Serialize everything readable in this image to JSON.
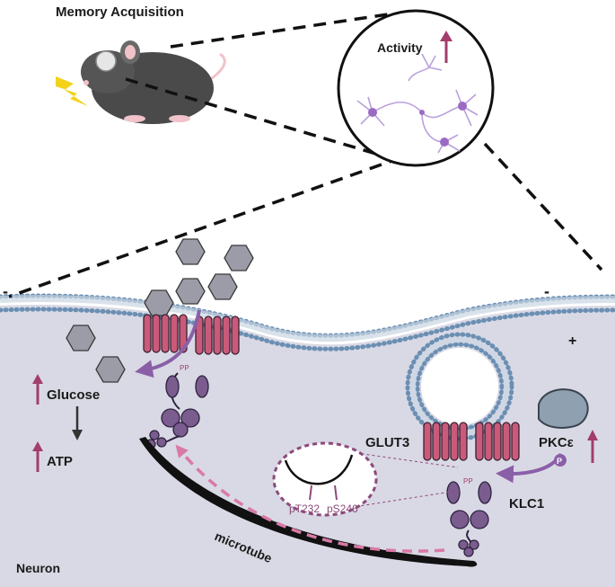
{
  "title": "Memory Acquisition",
  "activity": "Activity",
  "labels": {
    "glucose": "Glucose",
    "atp": "ATP",
    "glut3": "GLUT3",
    "pkc": "PKCε",
    "klc1": "KLC1",
    "phospho": "P",
    "microtube": "microtube",
    "neuron": "Neuron",
    "plus": "+",
    "minus_left": "-",
    "minus_right": "-",
    "pp_left": "PP",
    "pp_right": "PP",
    "site1": "pT232",
    "site2": "pS246"
  },
  "colors": {
    "cytoplasm": "#d8d8e4",
    "membrane_head": "#6b8fb3",
    "glut3": "#c95a7a",
    "klc1": "#7a5c8e",
    "arrow_up": "#a23d6c",
    "dashed_arrow": "#d97aa6",
    "hexagon": "#9c9ca8",
    "pkc": "#8fa0b0",
    "lightning": "#f2d21a",
    "neuron": "#9b6bc4"
  }
}
